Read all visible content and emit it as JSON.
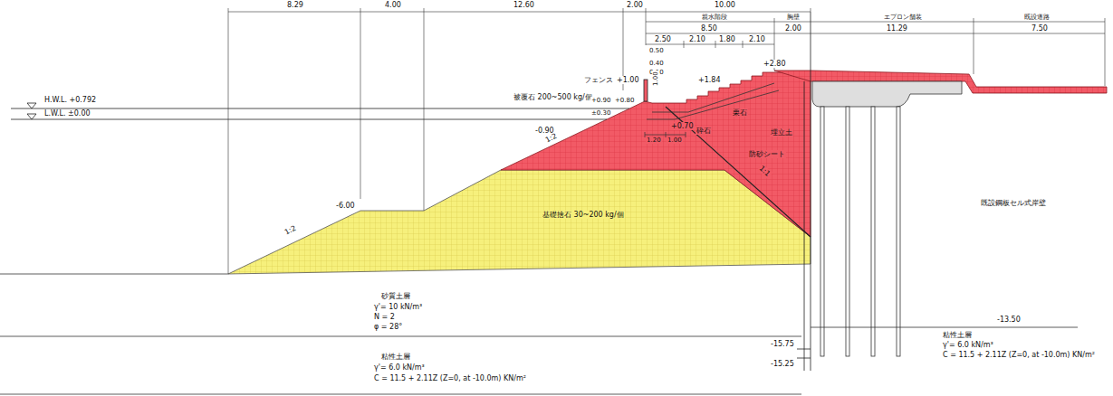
{
  "diagram": {
    "labels": [
      "8.29",
      "4.00",
      "12.60",
      "2.00",
      "10.00",
      "親水階段",
      "胸壁",
      "エプロン舗装",
      "既設道路",
      "8.50",
      "2.00",
      "11.29",
      "7.50",
      "2.50",
      "2.10",
      "1.80",
      "2.10",
      "0.50",
      "0.40",
      "0.10",
      "フェンス",
      "+1.00",
      "1.00",
      "+2.80",
      "+1.84",
      "H.W.L. +0.792",
      "L.W.L. ±0.00",
      "被覆石 200~500 kg/個",
      "+0.90",
      "+0.80",
      "±0.30",
      "-0.90",
      "1:2",
      "+0.70",
      "1.20",
      "1.00",
      "砕石",
      "栗石",
      "埋立土",
      "防砂シート",
      "1:1",
      "-6.00",
      "1:2",
      "基礎捨石 30~200 kg/個",
      "既設鋼板セル式岸壁",
      "砂質土層",
      "γ'= 10 kN/m³",
      "N = 2",
      "φ = 28°",
      "粘性土層",
      "γ'= 6.0 kN/m³",
      "C = 11.5 + 2.11Z (Z=0, at -10.0m) KN/m²",
      "-13.50",
      "粘性土層",
      "γ'= 6.0 kN/m³",
      "C = 11.5 + 2.11Z (Z=0, at -10.0m) KN/m²",
      "-15.75",
      "-15.25"
    ]
  }
}
